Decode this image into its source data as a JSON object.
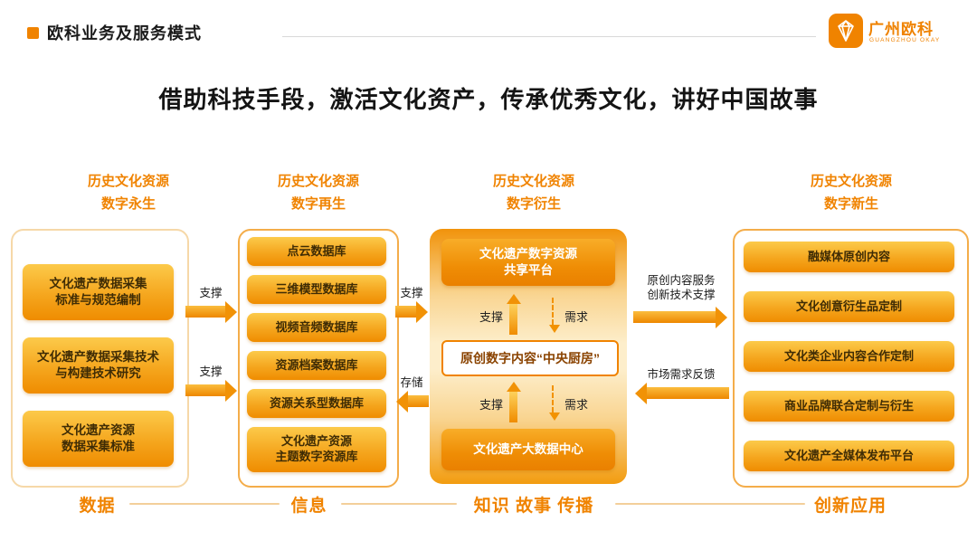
{
  "header": {
    "title": "欧科业务及服务模式",
    "logo_name": "广州欧科",
    "logo_subtitle": "GUANGZHOU OKAY"
  },
  "main_title": "借助科技手段，激活文化资产，传承优秀文化，讲好中国故事",
  "col1": {
    "header": "历史文化资源\n数字永生",
    "boxes": [
      "文化遗产数据采集\n标准与规范编制",
      "文化遗产数据采集技术\n与构建技术研究",
      "文化遗产资源\n数据采集标准"
    ],
    "footer": "数据"
  },
  "col2": {
    "header": "历史文化资源\n数字再生",
    "boxes": [
      "点云数据库",
      "三维模型数据库",
      "视频音频数据库",
      "资源档案数据库",
      "资源关系型数据库",
      "文化遗产资源\n主题数字资源库"
    ],
    "footer": "信息"
  },
  "col3": {
    "header": "历史文化资源\n数字衍生",
    "top_box": "文化遗产数字资源\n共享平台",
    "middle_box": "原创数字内容“中央厨房”",
    "bottom_box": "文化遗产大数据中心",
    "support_label": "支撑",
    "demand_label": "需求",
    "footer": "知识 故事 传播"
  },
  "col4": {
    "header": "历史文化资源\n数字新生",
    "boxes": [
      "融媒体原创内容",
      "文化创意衍生品定制",
      "文化类企业内容合作定制",
      "商业品牌联合定制与衍生",
      "文化遗产全媒体发布平台"
    ],
    "footer": "创新应用"
  },
  "arrows": {
    "col1_to_col2_top": "支撑",
    "col1_to_col2_bottom": "支撑",
    "col2_to_col3_top": "支撑",
    "col3_to_col2_bottom": "存储",
    "col3_to_col4_top": "原创内容服务\n创新技术支撑",
    "col4_to_col3_bottom": "市场需求反馈"
  },
  "colors": {
    "accent": "#F08300",
    "box_gradient_top": "#FCCA4A",
    "box_gradient_bottom": "#EF8C00"
  }
}
